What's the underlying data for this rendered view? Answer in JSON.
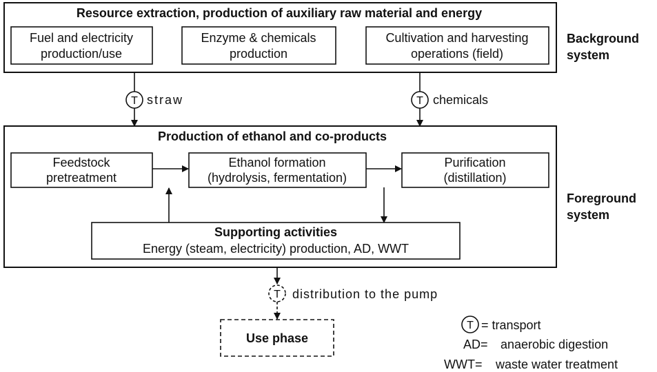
{
  "background": {
    "title": "Resource extraction, production of auxiliary raw material and energy",
    "boxes": [
      {
        "line1": "Fuel and electricity",
        "line2": "production/use"
      },
      {
        "line1": "Enzyme & chemicals",
        "line2": "production"
      },
      {
        "line1": "Cultivation and harvesting",
        "line2": "operations (field)"
      }
    ],
    "side_label_line1": "Background",
    "side_label_line2": "system"
  },
  "flows": {
    "transport_symbol": "T",
    "straw": "straw",
    "chemicals": "chemicals",
    "distribution": "distribution to the pump"
  },
  "foreground": {
    "title": "Production of ethanol and co-products",
    "feedstock": {
      "line1": "Feedstock",
      "line2": "pretreatment"
    },
    "ethanol": {
      "line1": "Ethanol formation",
      "line2": "(hydrolysis, fermentation)"
    },
    "purification": {
      "line1": "Purification",
      "line2": "(distillation)"
    },
    "supporting": {
      "title": "Supporting activities",
      "desc": "Energy (steam, electricity) production, AD, WWT"
    },
    "side_label_line1": "Foreground",
    "side_label_line2": "system"
  },
  "use_phase": "Use phase",
  "legend": {
    "transport_symbol": "T",
    "transport": "= transport",
    "ad_abbr": "AD=",
    "ad": "anaerobic digestion",
    "wwt_abbr": "WWT=",
    "wwt": "waste water treatment"
  }
}
